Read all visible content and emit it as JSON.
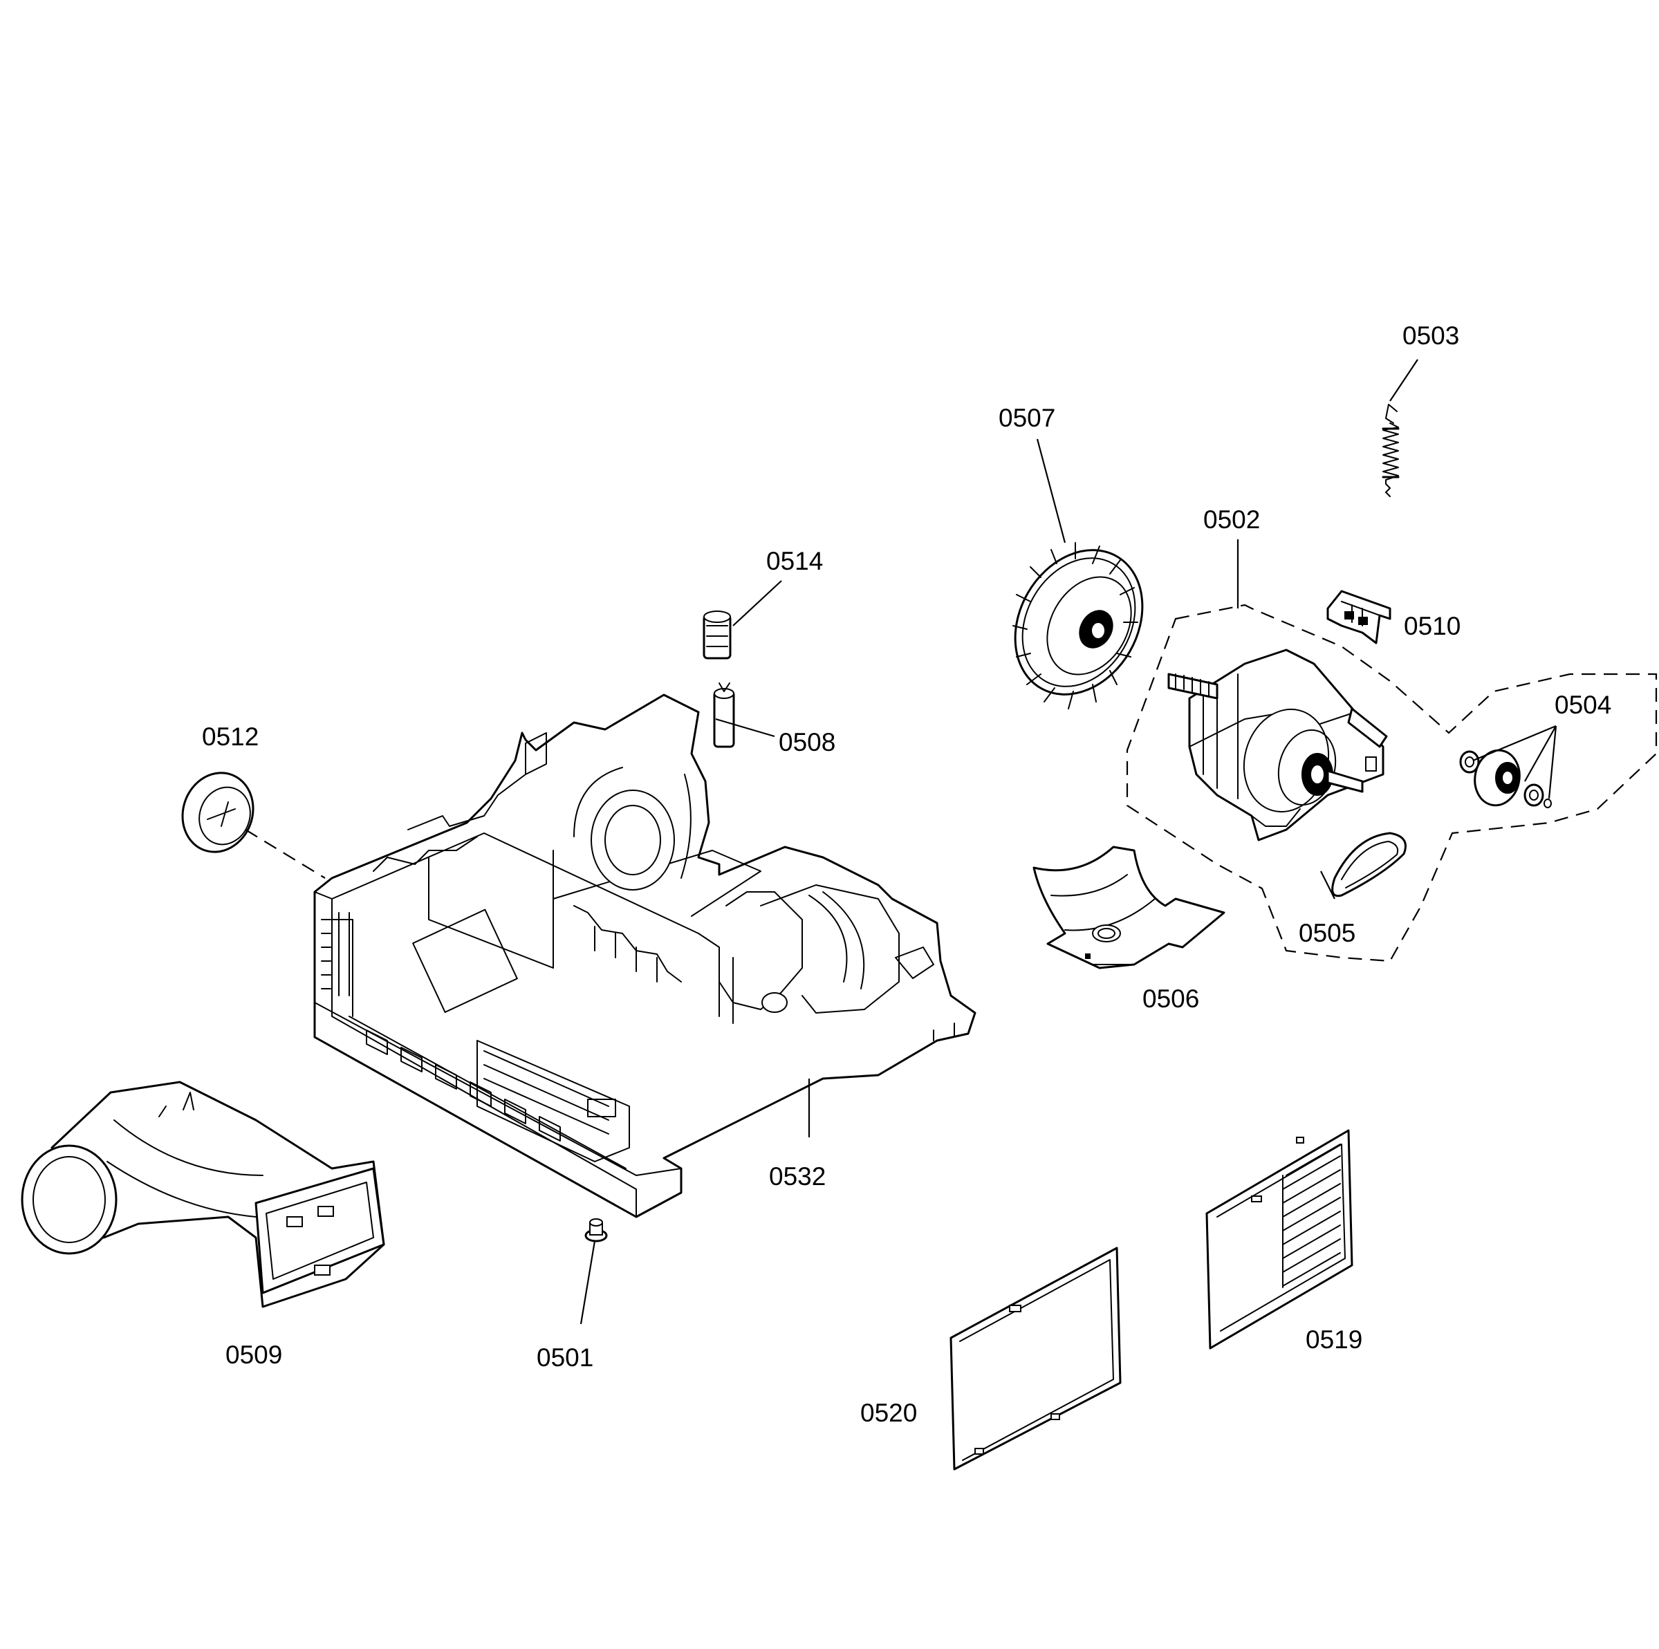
{
  "diagram": {
    "parts": [
      {
        "id": "p0503",
        "label": "0503"
      },
      {
        "id": "p0507",
        "label": "0507"
      },
      {
        "id": "p0502",
        "label": "0502"
      },
      {
        "id": "p0514",
        "label": "0514"
      },
      {
        "id": "p0510",
        "label": "0510"
      },
      {
        "id": "p0504",
        "label": "0504"
      },
      {
        "id": "p0512",
        "label": "0512"
      },
      {
        "id": "p0508",
        "label": "0508"
      },
      {
        "id": "p0505",
        "label": "0505"
      },
      {
        "id": "p0506",
        "label": "0506"
      },
      {
        "id": "p0532",
        "label": "0532"
      },
      {
        "id": "p0509",
        "label": "0509"
      },
      {
        "id": "p0501",
        "label": "0501"
      },
      {
        "id": "p0519",
        "label": "0519"
      },
      {
        "id": "p0520",
        "label": "0520"
      }
    ]
  }
}
